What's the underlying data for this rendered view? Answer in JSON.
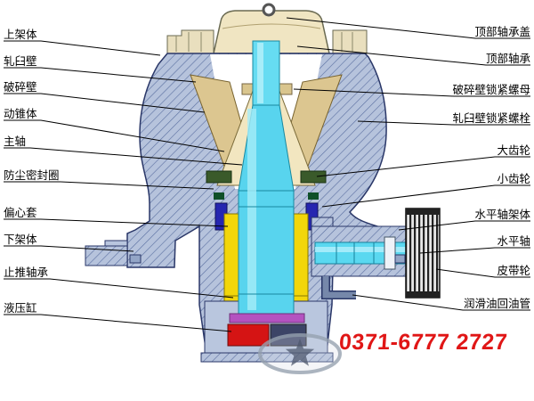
{
  "labels": {
    "left": [
      "上架体",
      "轧臼壁",
      "破碎壁",
      "动锥体",
      "主轴",
      "防尘密封圈",
      "偏心套",
      "下架体",
      "止推轴承",
      "液压缸"
    ],
    "right": [
      "顶部轴承盖",
      "顶部轴承",
      "破碎壁锁紧螺母",
      "轧臼壁锁紧螺栓",
      "大齿轮",
      "小齿轮",
      "水平轴架体",
      "水平轴",
      "皮带轮",
      "润滑油回油管"
    ]
  },
  "watermark": {
    "phone": "0371-6777 2727"
  },
  "colors": {
    "shaft_cyan": "#58d4ee",
    "body_blue": "#b6c3dc",
    "liner_cream": "#f2e6c0",
    "eccentric_yellow": "#f2d60a",
    "hydraulic_red": "#d51414",
    "phone_red": "#e01616"
  }
}
